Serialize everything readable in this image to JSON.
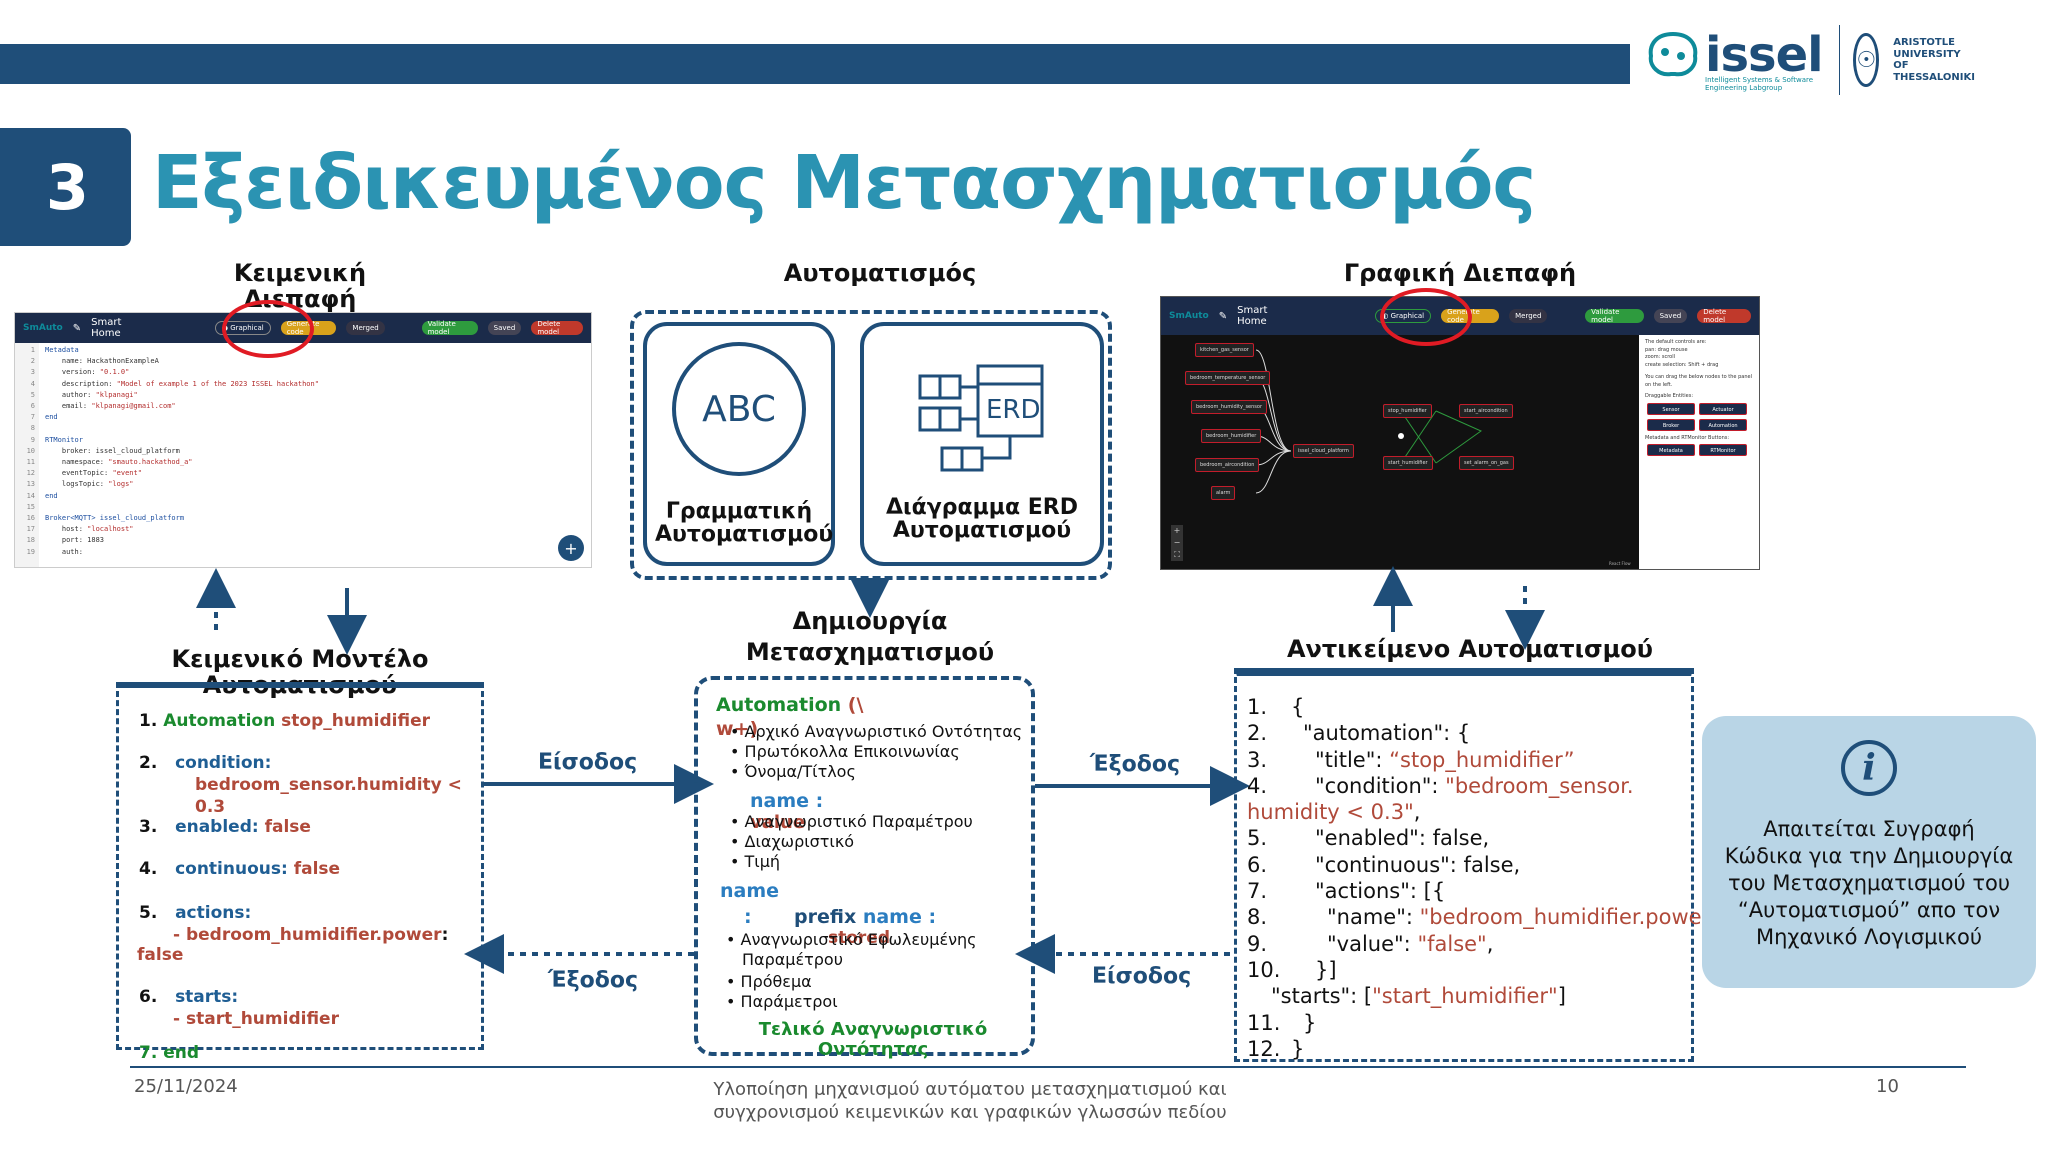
{
  "slide": {
    "number": "3",
    "title": "Εξειδικευμένος Μετασχηματισμός"
  },
  "logo": {
    "name": "issel",
    "subtitle": "Intelligent Systems & Software Engineering Labgroup",
    "university": [
      "ARISTOTLE",
      "UNIVERSITY OF",
      "THESSALONIKI"
    ]
  },
  "headers": {
    "text_ui": "Κειμενική Διεπαφή",
    "automation": "Αυτοματισμός",
    "graphical_ui": "Γραφική Διεπαφή",
    "text_model": "Κειμενικό Μοντέλο Αυτοματισμού",
    "transformation": "Δημιουργία Μετασχηματισμού",
    "automation_object": "Αντικείμενο Αυτοματισμού"
  },
  "editor": {
    "app_title": "Smart Home",
    "toggle": "Graphical",
    "btn_generate": "Generate code",
    "btn_merged": "Merged",
    "btn_validate": "Validate model",
    "btn_saved": "Saved",
    "btn_delete": "Delete model",
    "lines": [
      "Metadata",
      "    name: HackathonExampleA",
      "    version: \"0.1.0\"",
      "    description: \"Model of example 1 of the 2023 ISSEL hackathon\"",
      "    author: \"klpanagi\"",
      "    email: \"klpanagi@gmail.com\"",
      "end",
      "",
      "RTMonitor",
      "    broker: issel_cloud_platform",
      "    namespace: \"smauto.hackathod_a\"",
      "    eventTopic: \"event\"",
      "    logsTopic: \"logs\"",
      "end",
      "",
      "Broker<MQTT> issel_cloud_platform",
      "    host: \"localhost\"",
      "    port: 1883",
      "    auth:"
    ]
  },
  "graph": {
    "app_title": "Smart Home",
    "toggle": "Graphical",
    "btn_generate": "Generate code",
    "btn_merged": "Merged",
    "btn_validate": "Validate model",
    "btn_saved": "Saved",
    "btn_delete": "Delete model",
    "nodes": [
      "kitchen_gas_sensor",
      "bedroom_temperature_sensor",
      "bedroom_humidity_sensor",
      "bedroom_humidifier",
      "bedroom_aircondition",
      "alarm",
      "issel_cloud_platform",
      "stop_humidifier",
      "start_humidifier",
      "start_aircondition",
      "set_alarm_on_gas"
    ],
    "side": {
      "controls_title": "The default controls are:",
      "controls": [
        "pan: drag mouse",
        "zoom: scroll",
        "create selection: Shift + drag"
      ],
      "drag_text": "You can drag the below nodes to the panel on the left.",
      "draggable": "Draggable Entities:",
      "entities": [
        "Sensor",
        "Actuator",
        "Broker",
        "Automation"
      ],
      "meta": "Metadata and RTMonitor Buttons:",
      "meta_btns": [
        "Metadata",
        "RTMonitor"
      ]
    },
    "react_flow": "React Flow"
  },
  "automation_cards": {
    "grammar": {
      "icon_text": "ABC",
      "label": "Γραμματική Αυτοματισμού"
    },
    "erd": {
      "icon_text": "ERD",
      "label": "Διάγραμμα ERD Αυτοματισμού"
    }
  },
  "arrows": {
    "input_left": "Είσοδος",
    "output_left": "Έξοδος",
    "output_right": "Έξοδος",
    "input_right": "Είσοδος"
  },
  "text_model": {
    "l1_num": "1.",
    "l1_kw": "Automation",
    "l1_val": "stop_humidifier",
    "l2_num": "2.",
    "l2_kw": "condition:",
    "l2_val": "bedroom_sensor.humidity < 0.3",
    "l3_num": "3.",
    "l3_kw": "enabled:",
    "l3_val": "false",
    "l4_num": "4.",
    "l4_kw": "continuous:",
    "l4_val": "false",
    "l5_num": "5.",
    "l5_kw": "actions:",
    "l5_val": "- bedroom_humidifier.power",
    ":": ":",
    "l5_val2": "false",
    "l6_num": "6.",
    "l6_kw": "starts:",
    "l6_val": "- start_humidifier",
    "l7": "7. end"
  },
  "transform": {
    "head1": "Automation",
    "head1b": "(\\",
    "head2": "w+)",
    "items1": [
      "Αρχικό Αναγνωριστικό Οντότητας",
      "Πρωτόκολλα Επικοινωνίας",
      "Όνομα/Τίτλος"
    ],
    "name_label": "name :",
    "value_label": "value",
    "items2": [
      "Αναγνωριστικό Παραμέτρου",
      "Διαχωριστικό",
      "Τιμή"
    ],
    "name2": "name",
    "colon": ":",
    "prefix": "prefix",
    "name3": "name :",
    "stored": "stored",
    "items3a": "Αναγνωριστικό Εφωλευμένης",
    "items3b": "Παραμέτρου",
    "items3": [
      "Πρόθεμα",
      "Παράμετροι"
    ],
    "final": "Τελικό Αναγνωριστικό Οντότητας"
  },
  "json_object": {
    "lines": [
      {
        "n": "1.",
        "t": "{"
      },
      {
        "n": "2.",
        "t": "\"automation\": {"
      },
      {
        "n": "3.",
        "k": "\"title\": ",
        "v": "“stop_humidifier”"
      },
      {
        "n": "4.",
        "k": "\"condition\": ",
        "v": "\"bedroom_sensor."
      },
      {
        "n": "",
        "v": "humidity < 0.3\"",
        "t2": ","
      },
      {
        "n": "5.",
        "t": "\"enabled\": false,"
      },
      {
        "n": "6.",
        "t": "\"continuous\": false,"
      },
      {
        "n": "7.",
        "t": "\"actions\": [{"
      },
      {
        "n": "8.",
        "k": "\"name\": ",
        "v": "\"bedroom_humidifier.power\"",
        "t2": ","
      },
      {
        "n": "9.",
        "k": "\"value\": ",
        "v": "\"false\"",
        "t2": ","
      },
      {
        "n": "10.",
        "t": "}]"
      },
      {
        "n": "",
        "k": "\"starts\": [",
        "v": "\"start_humidifier\"",
        "t2": "]"
      },
      {
        "n": "11.",
        "t": "}"
      },
      {
        "n": "12.",
        "t": "}"
      }
    ]
  },
  "note": {
    "icon": "i",
    "text": "Απαιτείται Συγραφή Κώδικα για την Δημιουργία του Μετασχηματισμού του “Αυτοματισμού” απο τον Μηχανικό Λογισμικού"
  },
  "footer": {
    "date": "25/11/2024",
    "title1": "Υλοποίηση μηχανισμού αυτόματου μετασχηματισμού και",
    "title2": "συγχρονισμού κειμενικών και γραφικών γλωσσών πεδίου",
    "page": "10"
  },
  "colors": {
    "navy": "#1f4e79",
    "teal": "#2b93b2",
    "red_circle": "#e01b24",
    "green": "#1a8a2e",
    "value_red": "#b04a3a"
  }
}
